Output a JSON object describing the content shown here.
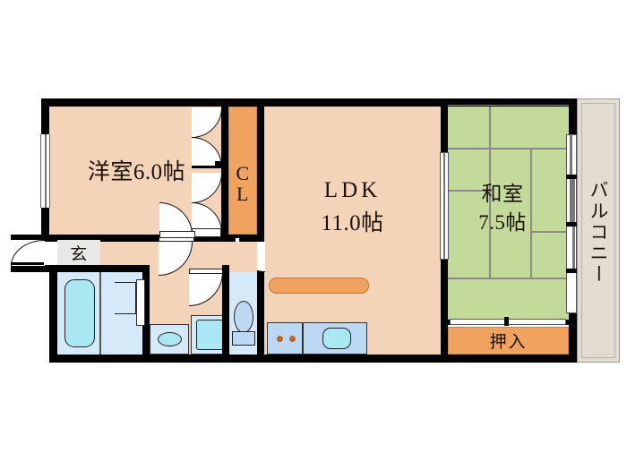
{
  "plan": {
    "type": "japanese-apartment-floor-plan",
    "layout_code": "2LDK",
    "rooms": [
      {
        "id": "washitsu",
        "label": "和室",
        "size": "7.5帖",
        "kind": "tatami",
        "tatami_mats": 5
      },
      {
        "id": "yoshitsu",
        "label": "洋室",
        "size": "6.0帖",
        "kind": "western"
      },
      {
        "id": "ldk",
        "label": "LDK",
        "size": "11.0帖",
        "kind": "living-dining-kitchen"
      }
    ],
    "labels": {
      "yoshitsu": "洋室6.0帖",
      "ldk_line1": "LDK",
      "ldk_line2": "11.0帖",
      "washitsu_line1": "和室",
      "washitsu_line2": "7.5帖",
      "closet_c": "C",
      "closet_l": "L",
      "oshiire": "押入",
      "genkan": "玄",
      "balcony": "バルコニー"
    },
    "fixtures": [
      {
        "name": "bathtub",
        "area": "bathroom"
      },
      {
        "name": "washbasin",
        "area": "washroom"
      },
      {
        "name": "washing-machine-space",
        "area": "washroom"
      },
      {
        "name": "toilet",
        "area": "toilet-room"
      },
      {
        "name": "kitchen-sink",
        "area": "ldk"
      },
      {
        "name": "gas-stove",
        "burners": 2,
        "area": "ldk"
      },
      {
        "name": "kitchen-counter",
        "area": "ldk"
      }
    ],
    "colors": {
      "room_floor": "#F4D4B8",
      "tatami": "#C3DA9A",
      "closet": "#F0A35E",
      "balcony": "#E4DCD0",
      "water_area": "#D6E9F8",
      "water_area_dark": "#BCD8F2",
      "tub_water": "#A9E8F2",
      "wall": "#000000",
      "genkan": "#E8E8E8",
      "text": "#1a1208"
    }
  }
}
